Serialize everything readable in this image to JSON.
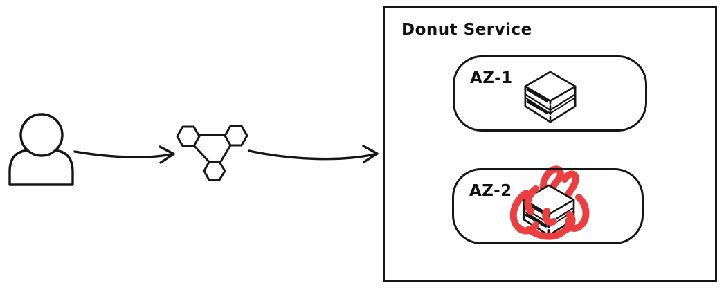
{
  "diagram": {
    "background_color": "#ffffff",
    "ink_color": "#161616",
    "fire_color": "#ec3e3e",
    "actors": {
      "user": {
        "icon": "user-icon"
      },
      "network": {
        "icon": "hexagon-mesh-icon"
      }
    },
    "arrows": [
      {
        "name": "user-to-network-arrow"
      },
      {
        "name": "network-to-service-arrow"
      }
    ],
    "service": {
      "title": "Donut Service",
      "zones": [
        {
          "label": "AZ-1",
          "icon": "server-stack-icon"
        },
        {
          "label": "AZ-2",
          "icon": "server-stack-icon",
          "overlay_icon": "fire-scribble-icon"
        }
      ]
    }
  }
}
